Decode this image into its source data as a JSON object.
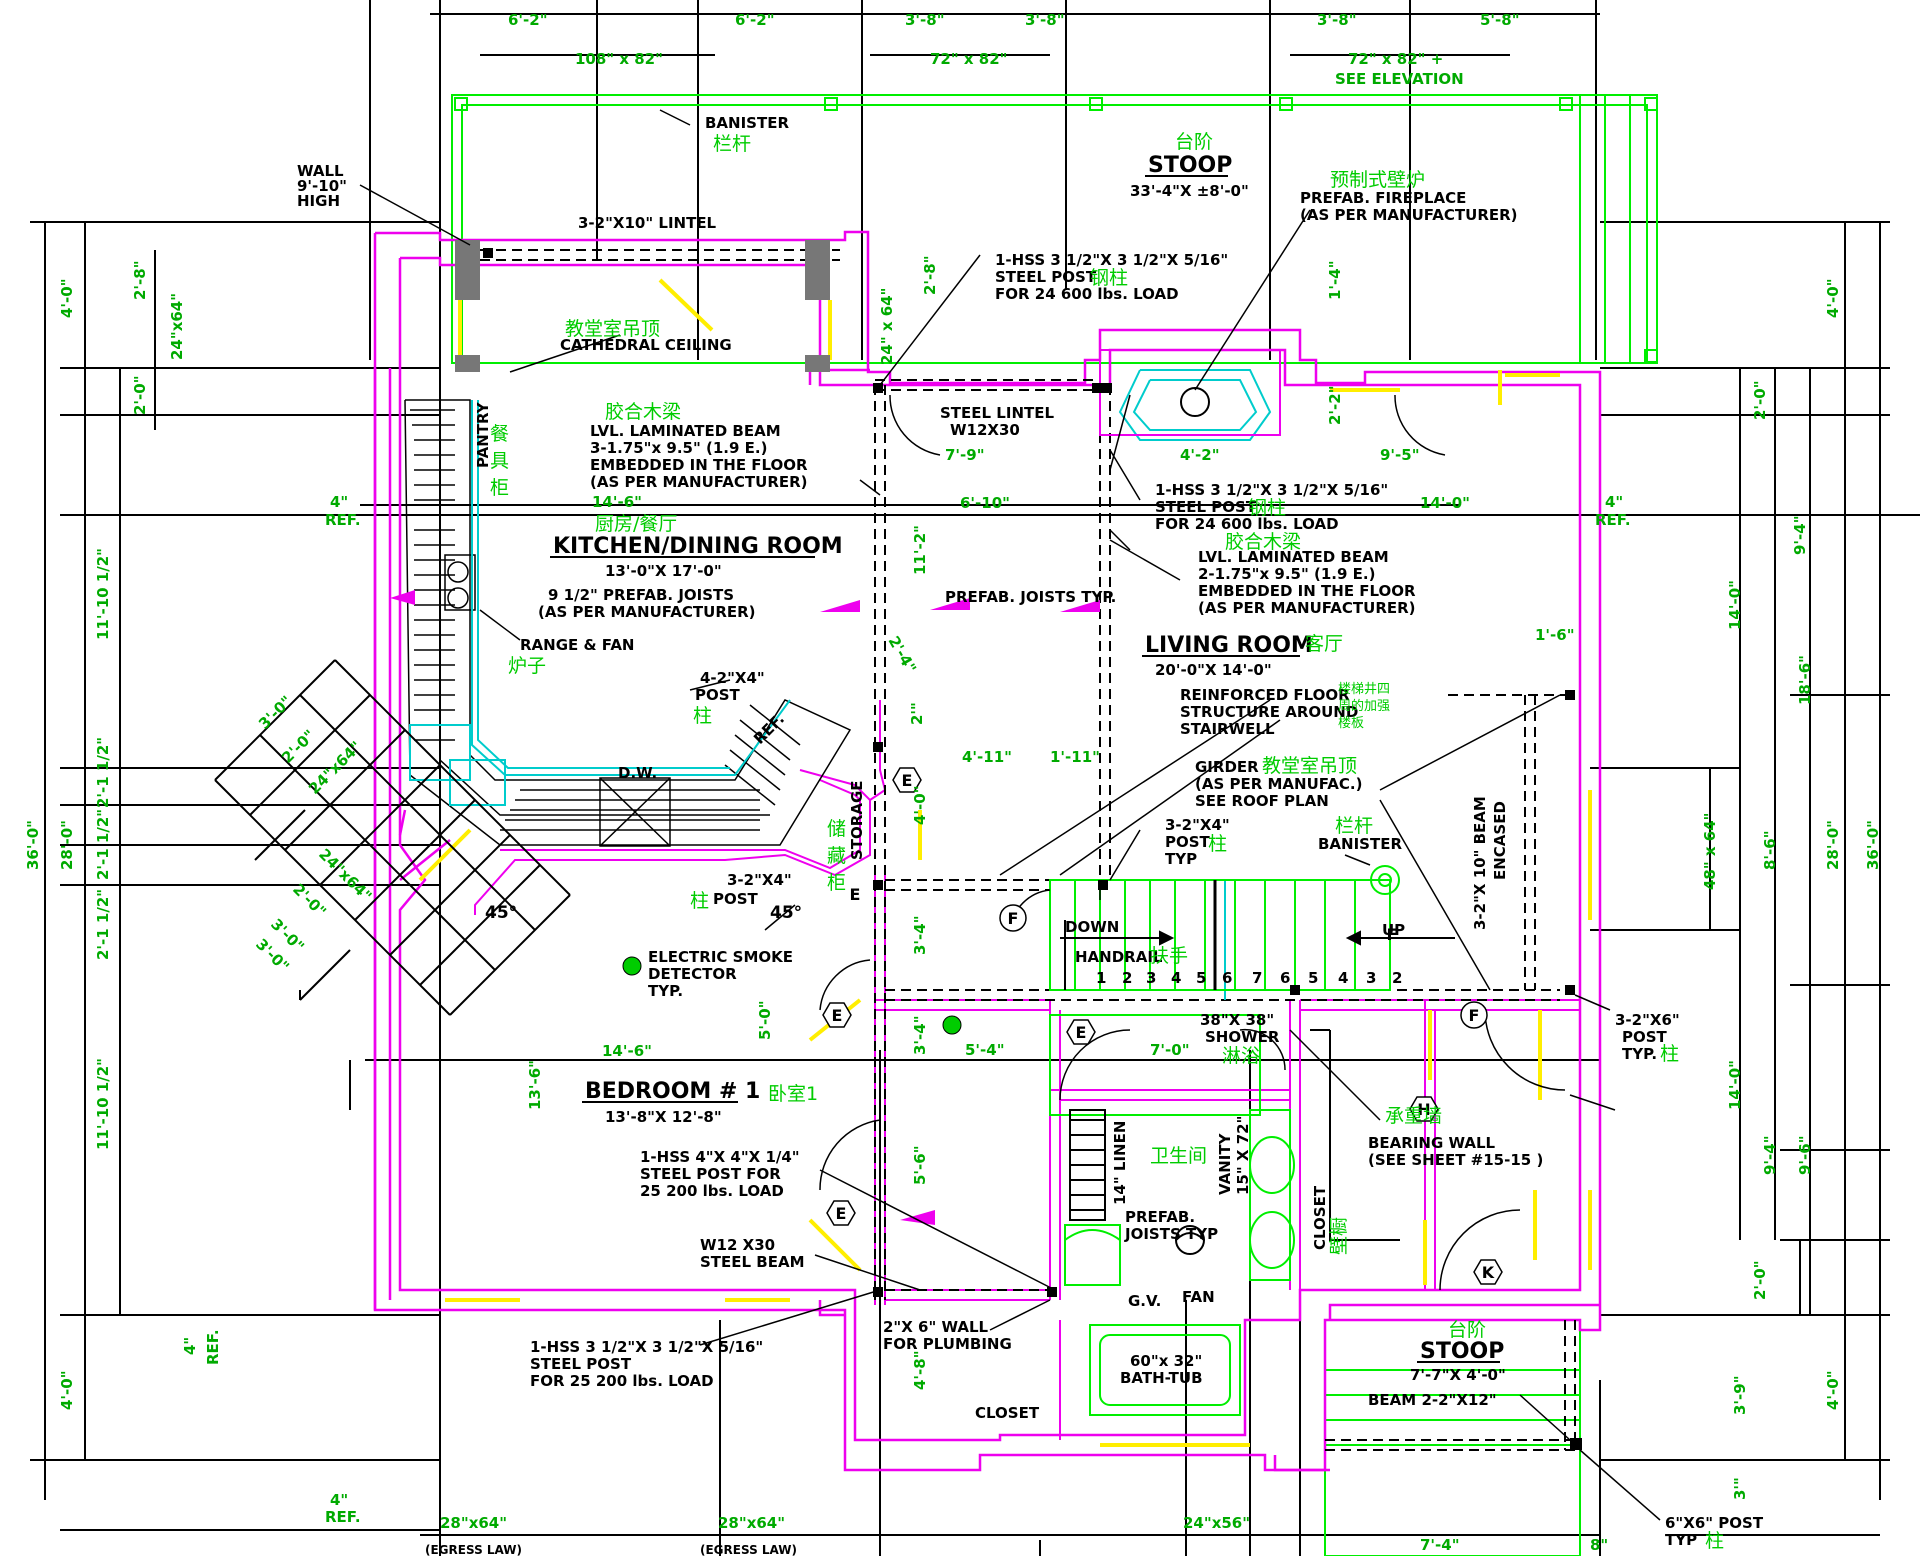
{
  "colors": {
    "wall": "#ee00ee",
    "window": "#ffee00",
    "dimension": "#00aa00",
    "stoop": "#00ee00",
    "fixture": "#00cccc",
    "annotation": "#000000",
    "chinese_label": "#00cc00"
  },
  "dimensions": {
    "top_row": [
      "6'-2\"",
      "6'-2\"",
      "3'-8\"",
      "3'-8\"",
      "3'-8\"",
      "5'-8\""
    ],
    "top_openings": [
      "108\" x 82\"",
      "72\" x 82\"",
      "72\" x 82\" +",
      "SEE ELEVATION"
    ],
    "left_side": [
      "4'-0\"",
      "2'-8\"",
      "2'-0\"",
      "11'-10 1/2\"",
      "2'-1 1/2\"",
      "2'-1 1/2\"",
      "2'-1 1/2\"",
      "11'-10 1/2\"",
      "4'-0\"",
      "28'-0\"",
      "36'-0\"",
      "24\"x64\""
    ],
    "right_side": [
      "4'-0\"",
      "2'-0\"",
      "9'-4\"",
      "14'-0\"",
      "18'-6\"",
      "48\" x 64\"",
      "8'-6\"",
      "28'-0\"",
      "36'-0\"",
      "14'-0\"",
      "9'-4\"",
      "9'-6\"",
      "2'-0\"",
      "3'-9\"",
      "4'-0\"",
      "3'\""
    ],
    "bay_window": [
      "3'-0\"",
      "2'-0\"",
      "24\"x64\"",
      "3'-0\"",
      "2'-0\"",
      "24\"x64\"",
      "3'-0\""
    ],
    "interior": [
      "14'-6\"",
      "7'-9\"",
      "6'-10\"",
      "4'-2\"",
      "9'-5\"",
      "14'-0\"",
      "11'-2\"",
      "2'-4\"",
      "2'\"",
      "4'-11\"",
      "1'-11\"",
      "1'-4\"",
      "2'-2\"",
      "2'-8\"",
      "24\" x 64\"",
      "4'-0\"",
      "3'-4\"",
      "5'-0\"",
      "3'-4\"",
      "5'-4\"",
      "7'-0\"",
      "14'-6\"",
      "13'-6\"",
      "5'-6\"",
      "4'-8\"",
      "1'-6\""
    ],
    "bottom": [
      "28\"x64\"",
      "28\"x64\"",
      "24\"x56\"",
      "7'-4\"",
      "8\""
    ],
    "ref": [
      "4\"",
      "REF.",
      "4\"",
      "REF.",
      "4\"",
      "REF.",
      "4\"",
      "REF."
    ],
    "egress": [
      "(EGRESS LAW)",
      "(EGRESS LAW)"
    ]
  },
  "labels": {
    "banister_top": "BANISTER",
    "banister_top_cn": "栏杆",
    "stoop_top_cn": "台阶",
    "stoop_top": "STOOP",
    "stoop_top_size": "33'-4\"X ±8'-0\"",
    "fireplace_cn": "预制式壁炉",
    "fireplace": [
      "PREFAB. FIREPLACE",
      "(AS PER MANUFACTURER)"
    ],
    "wall_note": [
      "WALL",
      "9'-10\"",
      "HIGH"
    ],
    "lintel": "3-2\"X10\" LINTEL",
    "hss_top": [
      "1-HSS 3 1/2\"X 3 1/2\"X 5/16\"",
      "STEEL POST",
      "FOR 24 600 lbs. LOAD"
    ],
    "steel_post_cn": "钢柱",
    "cathedral_cn": "教堂室吊顶",
    "cathedral": "CATHEDRAL CEILING",
    "pantry": "PANTRY",
    "pantry_cn": [
      "餐",
      "具",
      "柜"
    ],
    "lvl_cn": "胶合木梁",
    "lvl_left": [
      "LVL. LAMINATED BEAM",
      "3-1.75\"x 9.5\" (1.9 E.)",
      "EMBEDDED IN THE FLOOR",
      "(AS PER MANUFACTURER)"
    ],
    "steel_lintel": [
      "STEEL LINTEL",
      "W12X30"
    ],
    "hss_mid": [
      "1-HSS 3 1/2\"X 3 1/2\"X 5/16\"",
      "STEEL POST",
      "FOR 24 600 lbs. LOAD"
    ],
    "lvl_right": [
      "LVL. LAMINATED BEAM",
      "2-1.75\"x 9.5\" (1.9 E.)",
      "EMBEDDED IN THE FLOOR",
      "(AS PER MANUFACTURER)"
    ],
    "kitchen_cn": "厨房/餐厅",
    "kitchen": "KITCHEN/DINING ROOM",
    "kitchen_size": "13'-0\"X 17'-0\"",
    "joists": [
      "9 1/2\" PREFAB. JOISTS",
      "(AS PER MANUFACTURER)"
    ],
    "joists_typ": "PREFAB. JOISTS TYP.",
    "range": "RANGE & FAN",
    "range_cn": "炉子",
    "living_cn": "客厅",
    "living": "LIVING ROOM",
    "living_size": "20'-0\"X 14'-0\"",
    "reinforced": [
      "REINFORCED FLOOR",
      "STRUCTURE AROUND",
      "STAIRWELL"
    ],
    "reinforced_cn": [
      "楼梯井四",
      "周的加强",
      "楼板"
    ],
    "girder": [
      "GIRDER",
      "(AS PER MANUFAC.)",
      "SEE ROOF PLAN"
    ],
    "post_4x4": [
      "4-2\"X4\"",
      "POST"
    ],
    "post_cn": "柱",
    "ref_label": "REF.",
    "dw": "D.W.",
    "storage": "STORAGE",
    "storage_cn": [
      "储",
      "藏",
      "柜"
    ],
    "post_3x4": [
      "3-2\"X4\"",
      "POST"
    ],
    "post_3x4_typ": [
      "3-2\"X4\"",
      "POST",
      "TYP"
    ],
    "banister_stair": "BANISTER",
    "banister_stair_cn": "栏杆",
    "beam_encased": [
      "3-2\"X 10\" BEAM",
      "ENCASED"
    ],
    "down": "DOWN",
    "up": "UP",
    "handrail": "HANDRAIL",
    "handrail_cn": "扶手",
    "stair_left": [
      "1",
      "2",
      "3",
      "4",
      "5",
      "6"
    ],
    "stair_right": [
      "7",
      "6",
      "5",
      "4",
      "3",
      "2"
    ],
    "smoke": [
      "ELECTRIC SMOKE",
      "DETECTOR",
      "TYP."
    ],
    "angle": "45°",
    "angle2": "45°",
    "shower": [
      "38\"X 38\"",
      "SHOWER"
    ],
    "shower_cn": "淋浴",
    "post_3x6": [
      "3-2\"X6\"",
      "POST",
      "TYP."
    ],
    "bedroom": "BEDROOM # 1",
    "bedroom_cn": "卧室1",
    "bedroom_size": "13'-8\"X 12'-8\"",
    "hss_bed": [
      "1-HSS 4\"X 4\"X 1/4\"",
      "STEEL POST FOR",
      "25 200 lbs. LOAD"
    ],
    "w12": [
      "W12 X30",
      "STEEL BEAM"
    ],
    "linen": "14\" LINEN",
    "bath_cn": "卫生间",
    "vanity": [
      "VANITY",
      "15\" X 72\""
    ],
    "prefab": [
      "PREFAB.",
      "JOISTS TYP"
    ],
    "gv": "G.V.",
    "fan": "FAN",
    "bearing_cn": "承重墙",
    "bearing": [
      "BEARING WALL",
      "(SEE SHEET #15-15 )"
    ],
    "closet_right": "CLOSET",
    "closet_right_cn": "壁橱",
    "hss_low": [
      "1-HSS 3 1/2\"X 3 1/2\"X 5/16\"",
      "STEEL POST",
      "FOR 25 200 lbs. LOAD"
    ],
    "wall_2x6": [
      "2\"X 6\" WALL",
      "FOR PLUMBING"
    ],
    "closet_bottom": "CLOSET",
    "bathtub": [
      "60\"x 32\"",
      "BATH-TUB"
    ],
    "stoop_bottom_cn": "台阶",
    "stoop_bottom": "STOOP",
    "stoop_bottom_size": "7'-7\"X 4'-0\"",
    "beam_bottom": "BEAM 2-2\"X12\"",
    "post_6x6": [
      "6\"X6\" POST",
      "TYP"
    ]
  },
  "door_tags": [
    "E",
    "E",
    "E",
    "E",
    "E",
    "F",
    "F",
    "F",
    "H",
    "K"
  ]
}
